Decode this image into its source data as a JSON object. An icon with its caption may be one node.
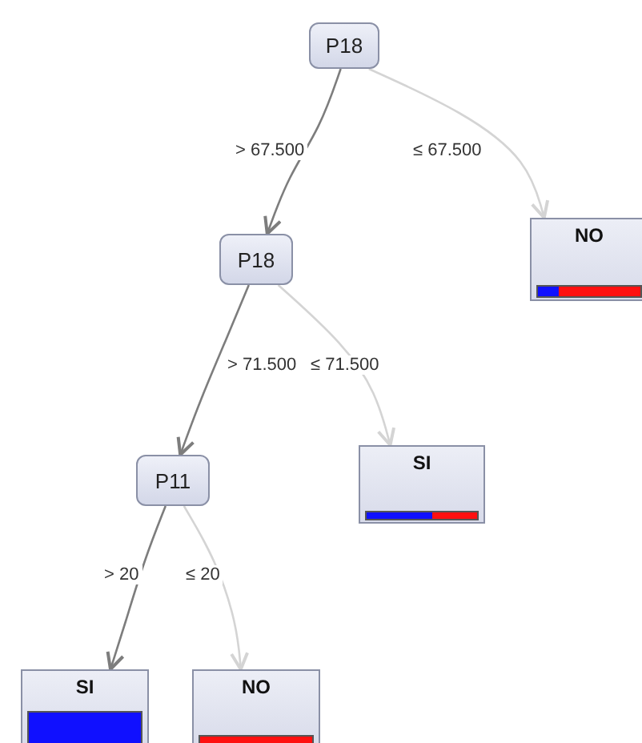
{
  "diagram": {
    "nodes": [
      {
        "text": [
          "P18"
        ]
      },
      {
        "text": [
          "NO"
        ]
      },
      {
        "text": [
          "P18"
        ]
      },
      {
        "text": [
          "SI"
        ]
      },
      {
        "text": [
          "P11"
        ]
      },
      {
        "text": [
          "SI"
        ]
      },
      {
        "text": [
          "NO"
        ]
      }
    ],
    "edges": [
      {
        "from": 0,
        "to": 2,
        "arrow": "to",
        "label": "> 67.500"
      },
      {
        "from": 0,
        "to": 1,
        "arrow": "to",
        "label": "≤ 67.500",
        "color": "#d4d4d4"
      },
      {
        "from": 2,
        "to": 4,
        "arrow": "to",
        "label": "> 71.500"
      },
      {
        "from": 2,
        "to": 3,
        "arrow": "to",
        "label": "≤ 71.500",
        "color": "#d4d4d4"
      },
      {
        "from": 4,
        "to": 5,
        "arrow": "to",
        "label": "> 20"
      },
      {
        "from": 4,
        "to": 6,
        "arrow": "to",
        "label": "≤ 20",
        "color": "#d4d4d4"
      }
    ]
  }
}
